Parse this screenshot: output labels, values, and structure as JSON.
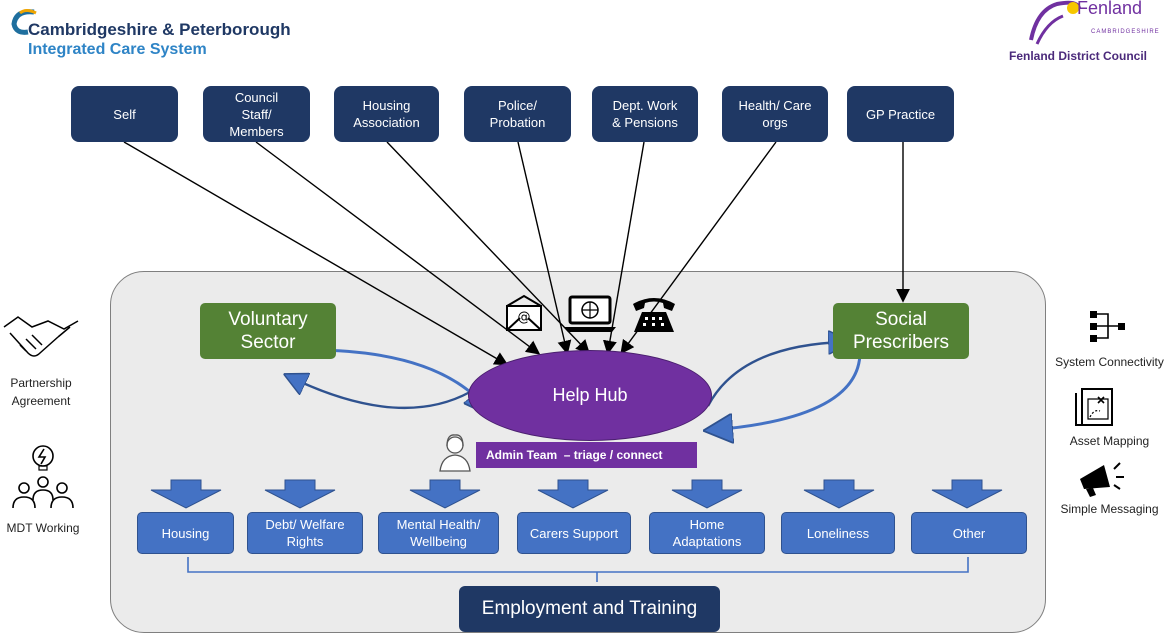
{
  "header": {
    "ics_line1": "Cambridgeshire & Peterborough",
    "ics_line2": "Integrated Care System",
    "fenland_word": "Fenland",
    "fenland_county": "CAMBRIDGESHIRE",
    "fenland_council": "Fenland District Council"
  },
  "sources": [
    {
      "label": "Self"
    },
    {
      "label": "Council\nStaff/\nMembers"
    },
    {
      "label": "Housing\nAssociation"
    },
    {
      "label": "Police/\nProbation"
    },
    {
      "label": "Dept. Work\n& Pensions"
    },
    {
      "label": "Health/ Care\norgs"
    },
    {
      "label": "GP Practice"
    }
  ],
  "hub": {
    "voluntary": "Voluntary\nSector",
    "social": "Social\nPrescribers",
    "help_hub": "Help Hub",
    "admin": "Admin Team  – triage / connect"
  },
  "services": [
    {
      "label": "Housing"
    },
    {
      "label": "Debt/ Welfare\nRights"
    },
    {
      "label": "Mental Health/\nWellbeing"
    },
    {
      "label": "Carers Support"
    },
    {
      "label": "Home\nAdaptations"
    },
    {
      "label": "Loneliness"
    },
    {
      "label": "Other"
    }
  ],
  "employment": "Employment and Training",
  "left_side": {
    "partnership": "Partnership\nAgreement",
    "mdt": "MDT Working"
  },
  "right_side": {
    "connectivity": "System Connectivity",
    "asset": "Asset Mapping",
    "messaging": "Simple Messaging"
  },
  "icons": [
    "email-icon",
    "laptop-icon",
    "telephone-icon",
    "person-icon",
    "handshake-icon",
    "team-icon",
    "network-icon",
    "map-icon",
    "megaphone-icon"
  ],
  "colors": {
    "navy": "#1f3864",
    "blue": "#4472c4",
    "green": "#548235",
    "purple": "#7030a0",
    "panel": "#ebebeb"
  }
}
